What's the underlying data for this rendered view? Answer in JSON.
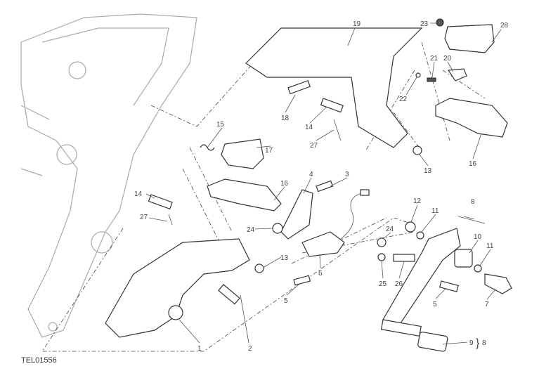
{
  "diagram_code": "TEL01556",
  "callouts": {
    "c1": "1",
    "c2": "2",
    "c3": "3",
    "c4": "4",
    "c5a": "5",
    "c5b": "5",
    "c6": "6",
    "c7": "7",
    "c8a": "8",
    "c8b": "8",
    "c9": "9",
    "c10": "10",
    "c11a": "11",
    "c11b": "11",
    "c12": "12",
    "c13a": "13",
    "c13b": "13",
    "c14a": "14",
    "c14b": "14",
    "c15": "15",
    "c16a": "16",
    "c16b": "16",
    "c17": "17",
    "c18": "18",
    "c19": "19",
    "c20": "20",
    "c21": "21",
    "c22": "22",
    "c23": "23",
    "c24a": "24",
    "c24b": "24",
    "c25": "25",
    "c26": "26",
    "c27a": "27",
    "c27b": "27",
    "c28": "28",
    "brace": "}"
  }
}
